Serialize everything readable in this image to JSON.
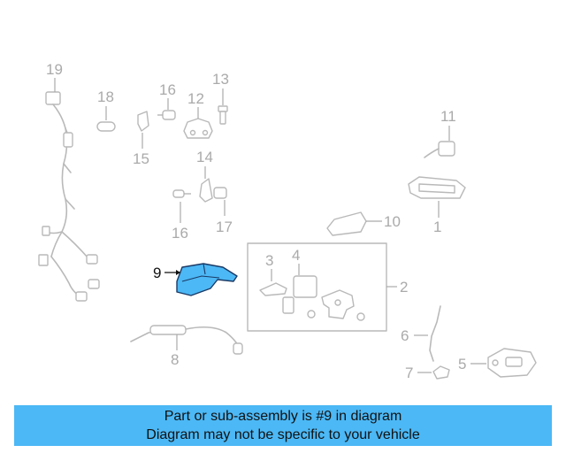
{
  "callouts": {
    "c1": "1",
    "c2": "2",
    "c3": "3",
    "c4": "4",
    "c5": "5",
    "c6": "6",
    "c7": "7",
    "c8": "8",
    "c9": "9",
    "c10": "10",
    "c11": "11",
    "c12": "12",
    "c13": "13",
    "c14": "14",
    "c15": "15",
    "c16a": "16",
    "c16b": "16",
    "c17": "17",
    "c18": "18",
    "c19": "19"
  },
  "highlight": {
    "part": "9",
    "color": "#4cb8f5"
  },
  "banner": {
    "line1": "Part or sub-assembly is #9 in diagram",
    "line2": "Diagram may not be specific to your vehicle",
    "background": "#4cb8f5"
  }
}
